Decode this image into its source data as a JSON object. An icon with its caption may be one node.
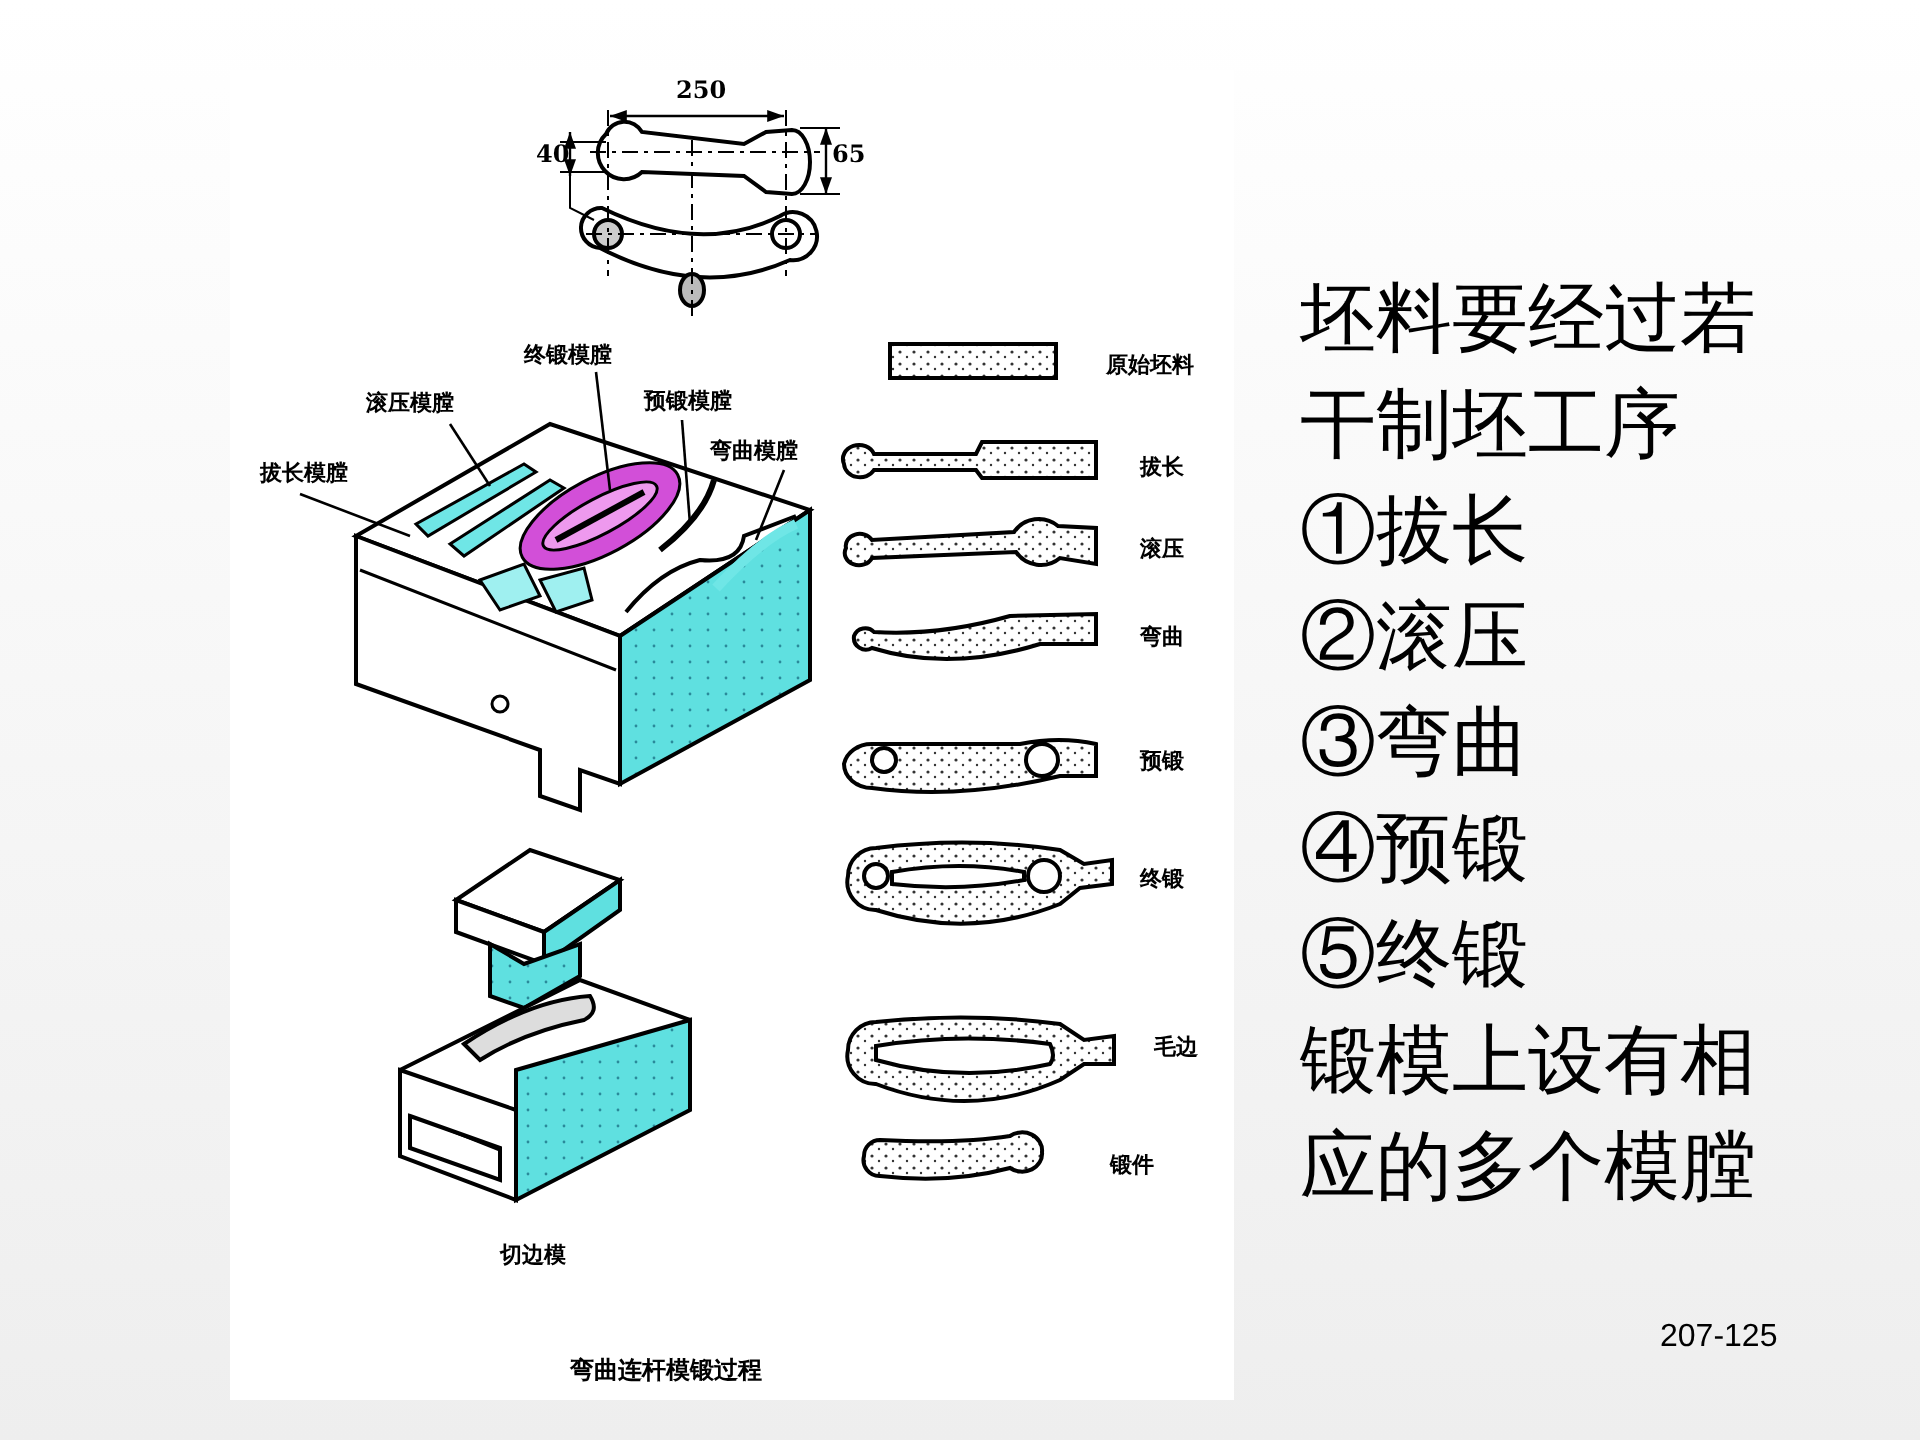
{
  "diagram": {
    "caption": "弯曲连杆模锻过程",
    "nodes": [
      {
        "text": [
          "拔长模膛"
        ]
      },
      {
        "text": [
          "滚压模膛"
        ]
      },
      {
        "text": [
          "终锻模膛"
        ]
      },
      {
        "text": [
          "预锻模膛"
        ]
      },
      {
        "text": [
          "弯曲模膛"
        ]
      }
    ],
    "edges": [
      {
        "from": 0,
        "to": null,
        "arrow": "none"
      },
      {
        "from": 1,
        "to": null,
        "arrow": "none"
      },
      {
        "from": 2,
        "to": null,
        "arrow": "none"
      },
      {
        "from": 3,
        "to": null,
        "arrow": "none"
      },
      {
        "from": 4,
        "to": null,
        "arrow": "none"
      }
    ],
    "labels": [
      "250",
      "40",
      "65",
      "原始坯料",
      "拔长",
      "滚压",
      "弯曲",
      "预锻",
      "终锻",
      "毛边",
      "锻件",
      "切边模",
      "坯料要经过若干制坯工序",
      "①拔长",
      "②滚压",
      "③弯曲",
      "④预锻",
      "⑤终锻",
      "锻模上设有相应的多个模膛",
      "207-125"
    ]
  }
}
